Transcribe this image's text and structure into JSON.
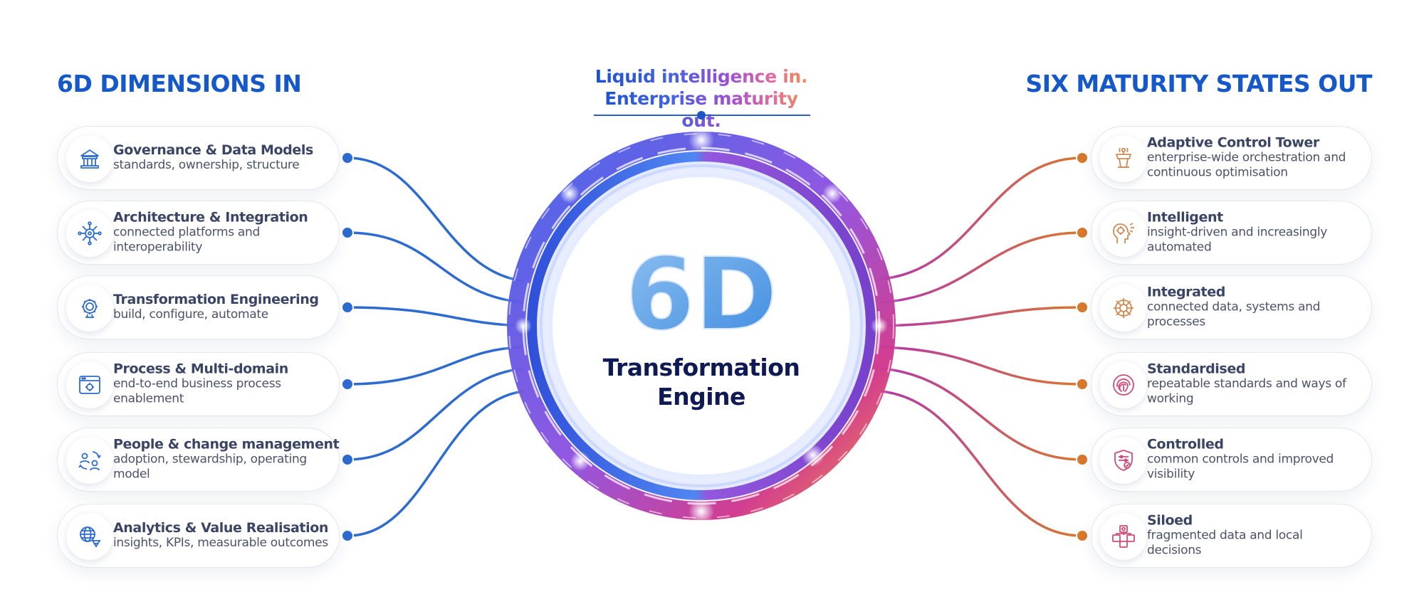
{
  "header": {
    "left_title": "6D DIMENSIONS IN",
    "right_title": "SIX MATURITY STATES OUT",
    "tagline_line1": "Liquid intelligence in.",
    "tagline_line2": "Enterprise maturity out."
  },
  "engine": {
    "big_label": "6D",
    "title_line1": "Transformation",
    "title_line2": "Engine"
  },
  "dimensions": [
    {
      "title": "Governance & Data Models",
      "desc": "standards, ownership, structure",
      "icon": "governance-icon"
    },
    {
      "title": "Architecture & Integration",
      "desc": "connected platforms and interoperability",
      "icon": "architecture-network-icon"
    },
    {
      "title": "Transformation Engineering",
      "desc": "build, configure, automate",
      "icon": "gear-icon"
    },
    {
      "title": "Process & Multi-domain",
      "desc": "end-to-end business process enablement",
      "icon": "process-browser-icon"
    },
    {
      "title": "People & change management",
      "desc": "adoption, stewardship, operating model",
      "icon": "people-change-icon"
    },
    {
      "title": "Analytics & Value Realisation",
      "desc": "insights, KPIs, measurable outcomes",
      "icon": "analytics-globe-icon"
    }
  ],
  "maturity_states": [
    {
      "title": "Adaptive Control Tower",
      "desc": "enterprise-wide orchestration and continuous optimisation",
      "icon": "control-tower-icon"
    },
    {
      "title": "Intelligent",
      "desc": "insight-driven and increasingly automated",
      "icon": "brain-head-icon"
    },
    {
      "title": "Integrated",
      "desc": "connected data, systems and processes",
      "icon": "integrated-hub-icon"
    },
    {
      "title": "Standardised",
      "desc": "repeatable standards and ways of working",
      "icon": "fingerprint-icon"
    },
    {
      "title": "Controlled",
      "desc": "common controls and improved visibility",
      "icon": "shield-controls-icon"
    },
    {
      "title": "Siloed",
      "desc": "fragmented data and local decisions",
      "icon": "siloed-blocks-icon"
    }
  ],
  "colors": {
    "heading_blue": "#1558c9",
    "left_line": "#2d6bd0",
    "right_line_start": "#b23aa8",
    "right_line_end": "#d8782c",
    "right_icon": "#d28a52",
    "text_dark": "#3a4566",
    "engine_title": "#0f1a55"
  }
}
